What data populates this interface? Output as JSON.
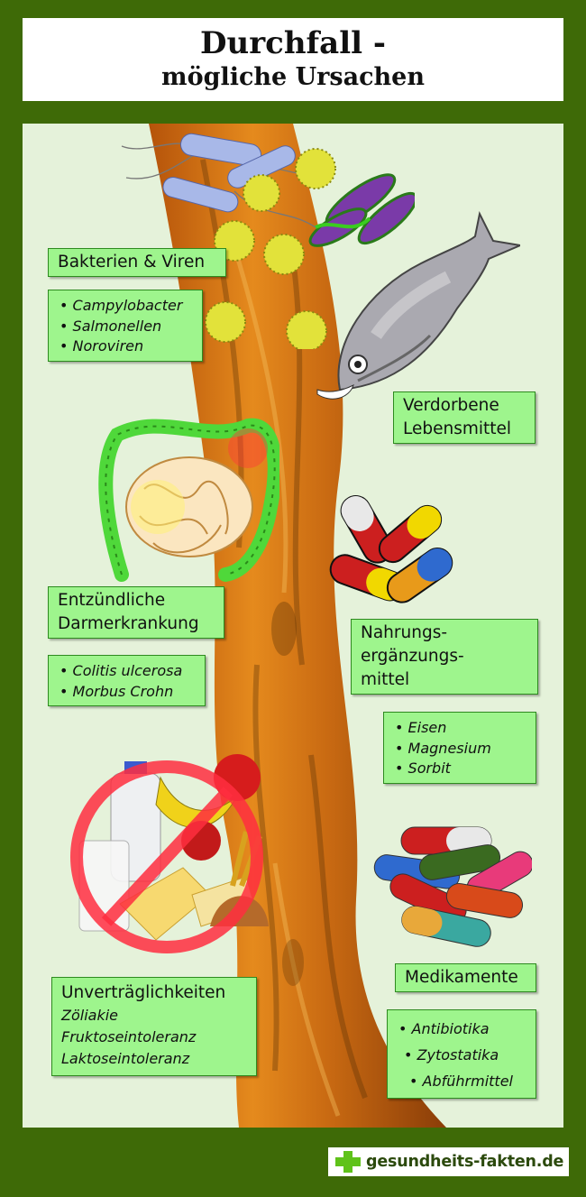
{
  "title": {
    "line1": "Durchfall -",
    "line2": "mögliche Ursachen"
  },
  "sections": [
    {
      "label": "Bakterien & Viren",
      "items": [
        "Campylobacter",
        "Salmonellen",
        "Noroviren"
      ]
    },
    {
      "label_lines": [
        "Verdorbene",
        "Lebensmittel"
      ],
      "items": []
    },
    {
      "label_lines": [
        "Entzündliche",
        "Darmerkrankung"
      ],
      "items": [
        "Colitis ulcerosa",
        "Morbus Crohn"
      ]
    },
    {
      "label_lines": [
        "Nahrungs-",
        "ergänzungs-",
        "mittel"
      ],
      "items": [
        "Eisen",
        "Magnesium",
        "Sorbit"
      ]
    },
    {
      "label": "Unverträglichkeiten",
      "items": [
        "Zöliakie",
        "Fruktoseintoleranz",
        "Laktoseintoleranz"
      ]
    },
    {
      "label": "Medikamente",
      "items": [
        "Antibiotika",
        "Zytostatika",
        "Abführmittel"
      ]
    }
  ],
  "footer": {
    "brand": "gesundheits-fakten.de"
  },
  "colors": {
    "background": "#3e6a07",
    "panel": "#e5f2da",
    "label_fill": "#9ef58d",
    "label_border": "#2e8a1f",
    "trunk": "#c8650f"
  },
  "icons": [
    "bacteria-icon",
    "virus-icon",
    "fish-icon",
    "intestine-icon",
    "capsule-icon",
    "food-prohibited-icon",
    "pills-icon",
    "cross-logo-icon"
  ]
}
